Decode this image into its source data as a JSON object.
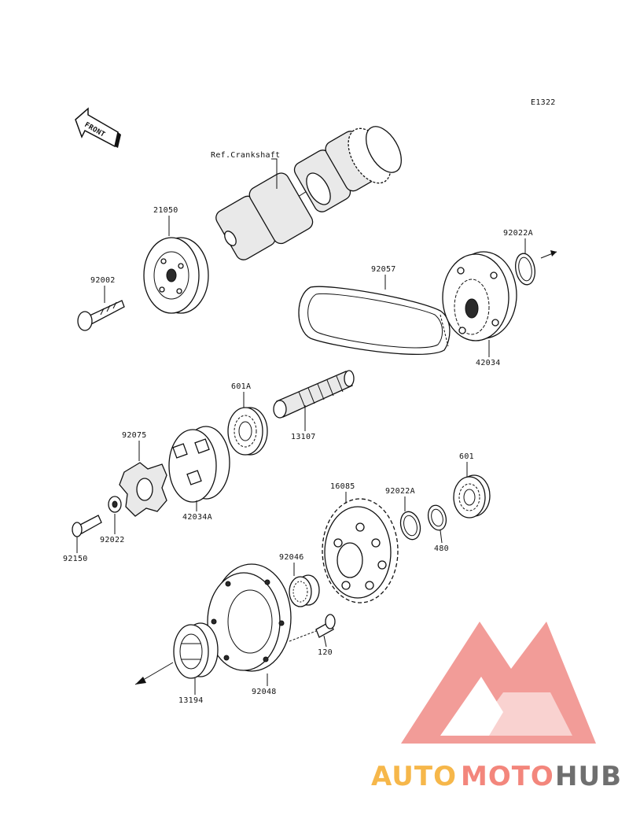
{
  "diagram": {
    "ref_code": "E1322",
    "front_label": "FRONT",
    "crankshaft_label": "Ref.Crankshaft",
    "parts": {
      "p21050": "21050",
      "p92002": "92002",
      "p92057": "92057",
      "p92022A_top": "92022A",
      "p42034": "42034",
      "p601A": "601A",
      "p13107": "13107",
      "p92075": "92075",
      "p42034A": "42034A",
      "p92022": "92022",
      "p92150": "92150",
      "p16085": "16085",
      "p92022A_mid": "92022A",
      "p601": "601",
      "p480": "480",
      "p92046": "92046",
      "p120": "120",
      "p92048": "92048",
      "p13194": "13194"
    }
  },
  "watermark": {
    "word_1": "AUTO",
    "word_2": "MOTO",
    "word_3": "HUB",
    "colors": {
      "auto": "#f6b74a",
      "moto": "#f3867c",
      "hub": "#6f6f6f",
      "logo": "#f08b86"
    }
  }
}
